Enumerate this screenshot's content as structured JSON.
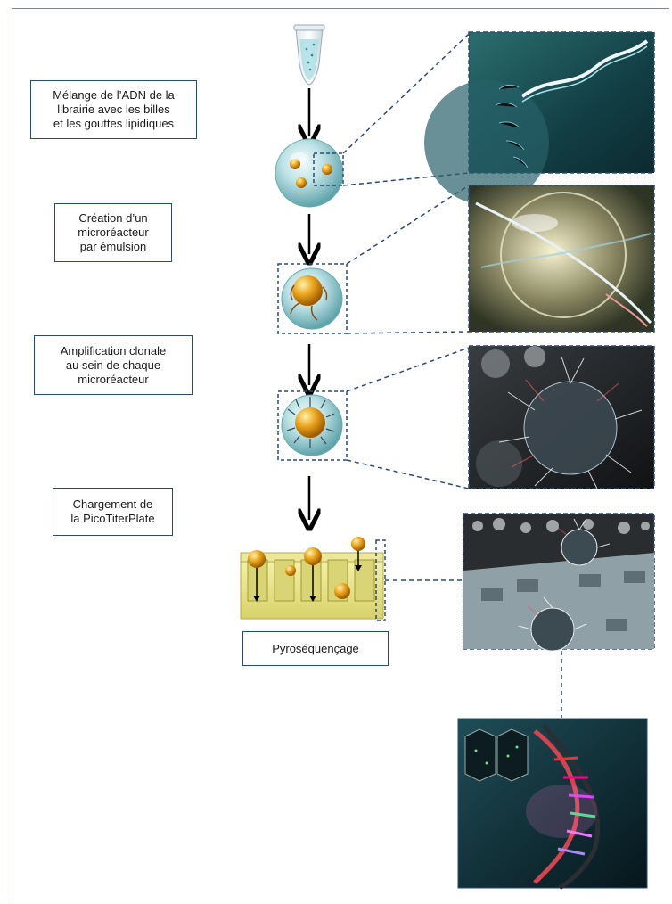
{
  "steps": [
    {
      "id": "step-mixing",
      "label": "Mélange de l’ADN de la\nlibrairie avec les billes\net les gouttes lipidiques"
    },
    {
      "id": "step-emulsion",
      "label": "Création d’un\nmicroréacteur\npar émulsion"
    },
    {
      "id": "step-amplification",
      "label": "Amplification clonale\nau sein de chaque\nmicroréacteur"
    },
    {
      "id": "step-loading",
      "label": "Chargement de\nla PicoTiterPlate"
    },
    {
      "id": "step-pyro",
      "label": "Pyroséquençage"
    }
  ],
  "colors": {
    "frame": "#6b8bb5",
    "box_border": "#2c4a72",
    "dashed": "#2c4a72",
    "bead": "#e8a21c",
    "droplet": "#9fd4d8",
    "plate": "#e9e58c"
  }
}
